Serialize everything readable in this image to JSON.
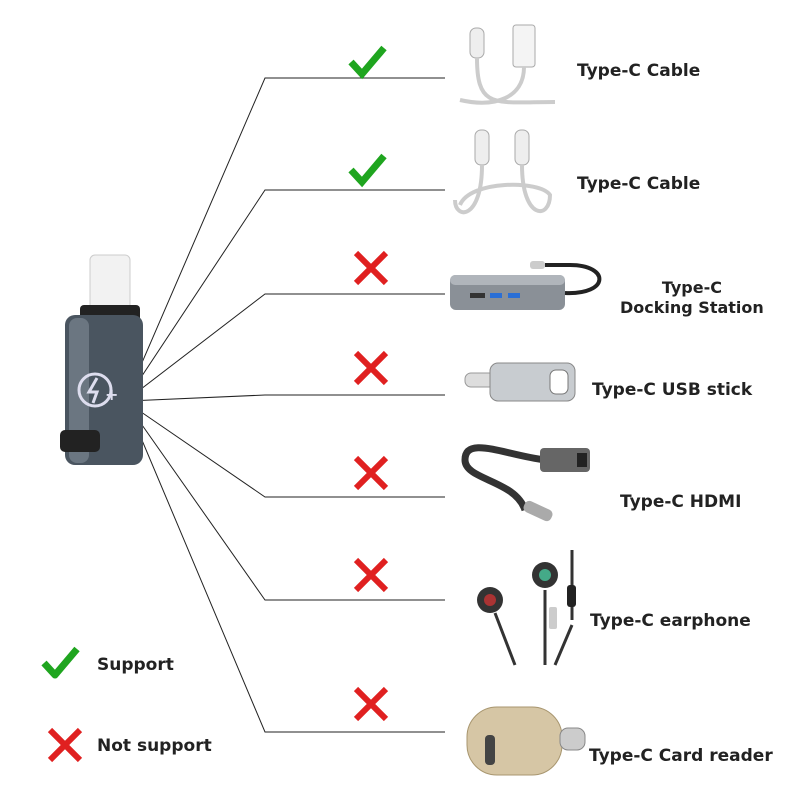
{
  "rows": [
    {
      "label": "Type-C Cable",
      "supported": true,
      "icon": "usb-c-to-usb-a-cable-icon"
    },
    {
      "label": "Type-C Cable",
      "supported": true,
      "icon": "usb-c-to-usb-c-cable-icon"
    },
    {
      "label_line1": "Type-C",
      "label_line2": "Docking Station",
      "supported": false,
      "icon": "docking-station-icon"
    },
    {
      "label": "Type-C USB stick",
      "supported": false,
      "icon": "usb-stick-icon"
    },
    {
      "label": "Type-C HDMI",
      "supported": false,
      "icon": "hdmi-adapter-icon"
    },
    {
      "label": "Type-C earphone",
      "supported": false,
      "icon": "earphone-icon"
    },
    {
      "label": "Type-C Card reader",
      "supported": false,
      "icon": "card-reader-icon"
    }
  ],
  "legend": {
    "support": "Support",
    "not_support": "Not support"
  },
  "colors": {
    "check": "#1fa51f",
    "cross": "#e02020",
    "adapter": "#4a5560"
  }
}
